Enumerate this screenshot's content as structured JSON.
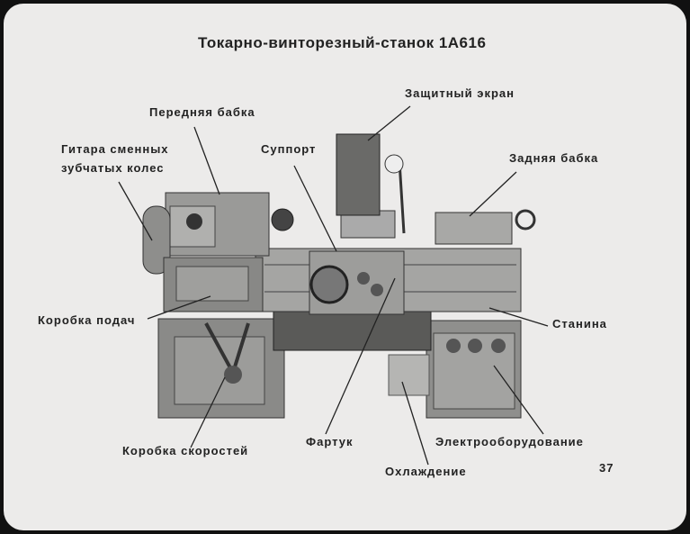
{
  "title": "Токарно-винторезный-станок 1А616",
  "labels": {
    "screen": "Защитный экран",
    "headstock": "Передняя бабка",
    "gear_guitar_1": "Гитара сменных",
    "gear_guitar_2": "зубчатых колес",
    "carriage": "Суппорт",
    "tailstock": "Задняя бабка",
    "feed_box": "Коробка подач",
    "bed": "Станина",
    "speed_box": "Коробка скоростей",
    "apron": "Фартук",
    "electrical": "Электрооборудование",
    "coolant": "Охлаждение"
  },
  "page_number": "37"
}
